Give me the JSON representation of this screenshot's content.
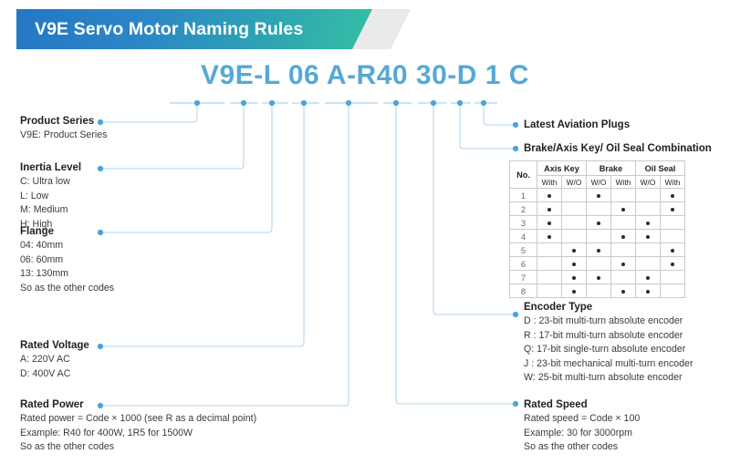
{
  "header": {
    "title": "V9E Servo Motor Naming Rules",
    "gradient_from": "#2477c4",
    "gradient_to": "#35bfa3",
    "accent_gray": "#e9eaec"
  },
  "model_code": {
    "full": "V9E-L 06 A-R40 30-D 1 C",
    "color": "#56a9d4",
    "segments": [
      {
        "text": "V9E-L",
        "maps_to": "Product Series / Inertia Level"
      },
      {
        "text": "06",
        "maps_to": "Flange"
      },
      {
        "text": "A-R40",
        "maps_to": "Rated Voltage / Rated Power"
      },
      {
        "text": "30-D",
        "maps_to": "Rated Speed / Encoder Type"
      },
      {
        "text": "1",
        "maps_to": "Brake/Axis Key/ Oil Seal Combination"
      },
      {
        "text": "C",
        "maps_to": "Latest Aviation Plugs"
      }
    ]
  },
  "left_blocks": [
    {
      "title": "Product Series",
      "lines": [
        "V9E: Product Series"
      ]
    },
    {
      "title": "Inertia Level",
      "lines": [
        "C: Ultra low",
        "L: Low",
        "M: Medium",
        "H: High"
      ]
    },
    {
      "title": "Flange",
      "lines": [
        "04: 40mm",
        "06: 60mm",
        "13: 130mm",
        "So as the other codes"
      ]
    },
    {
      "title": "Rated Voltage",
      "lines": [
        "A: 220V AC",
        "D: 400V AC"
      ]
    },
    {
      "title": "Rated Power",
      "lines": [
        "Rated power = Code × 1000 (see R as a decimal point)",
        "Example: R40 for 400W, 1R5 for 1500W",
        "So as the other codes"
      ]
    }
  ],
  "right_blocks": [
    {
      "title": "Latest Aviation Plugs",
      "lines": []
    },
    {
      "title": "Brake/Axis Key/ Oil Seal Combination",
      "lines": []
    },
    {
      "title": "Encoder Type",
      "lines": [
        "D : 23-bit multi-turn absolute encoder",
        "R : 17-bit multi-turn absolute encoder",
        "Q: 17-bit single-turn absolute encoder",
        "J : 23-bit mechanical multi-turn encoder",
        "W: 25-bit multi-turn absolute encoder"
      ]
    },
    {
      "title": "Rated Speed",
      "lines": [
        "Rated speed = Code × 100",
        "Example: 30 for 3000rpm",
        "So as the other codes"
      ]
    }
  ],
  "table": {
    "no_header": "No.",
    "groups": [
      "Axis Key",
      "Brake",
      "Oil Seal"
    ],
    "sub_headers": [
      "With",
      "W/O",
      "W/O",
      "With",
      "W/O",
      "With"
    ],
    "rows": [
      {
        "no": "1",
        "marks": [
          true,
          false,
          true,
          false,
          false,
          true
        ]
      },
      {
        "no": "2",
        "marks": [
          true,
          false,
          false,
          true,
          false,
          true
        ]
      },
      {
        "no": "3",
        "marks": [
          true,
          false,
          true,
          false,
          true,
          false
        ]
      },
      {
        "no": "4",
        "marks": [
          true,
          false,
          false,
          true,
          true,
          false
        ]
      },
      {
        "no": "5",
        "marks": [
          false,
          true,
          true,
          false,
          false,
          true
        ]
      },
      {
        "no": "6",
        "marks": [
          false,
          true,
          false,
          true,
          false,
          true
        ]
      },
      {
        "no": "7",
        "marks": [
          false,
          true,
          true,
          false,
          true,
          false
        ]
      },
      {
        "no": "8",
        "marks": [
          false,
          true,
          false,
          true,
          true,
          false
        ]
      }
    ]
  },
  "leader": {
    "line_color": "#bfdcee",
    "dot_color": "#4ea3d6",
    "tick_color": "#cfe5f3"
  }
}
